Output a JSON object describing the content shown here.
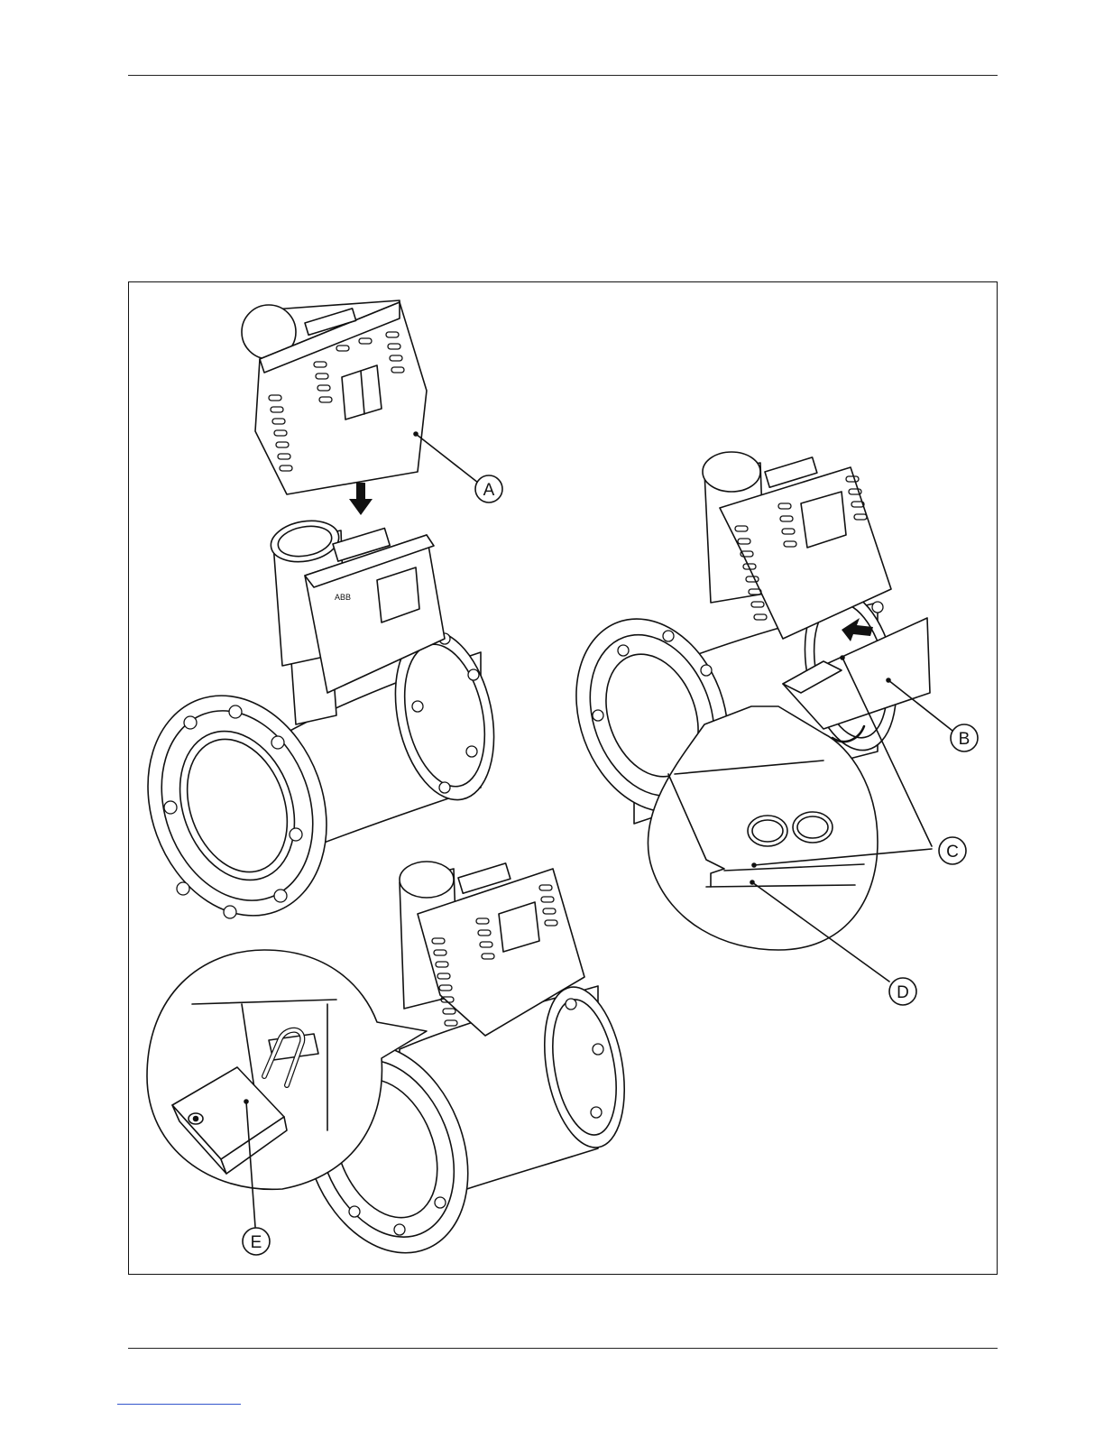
{
  "figure": {
    "callouts": {
      "a": "A",
      "b": "B",
      "c": "C",
      "d": "D",
      "e": "E"
    },
    "brand_mark": "ABB"
  }
}
